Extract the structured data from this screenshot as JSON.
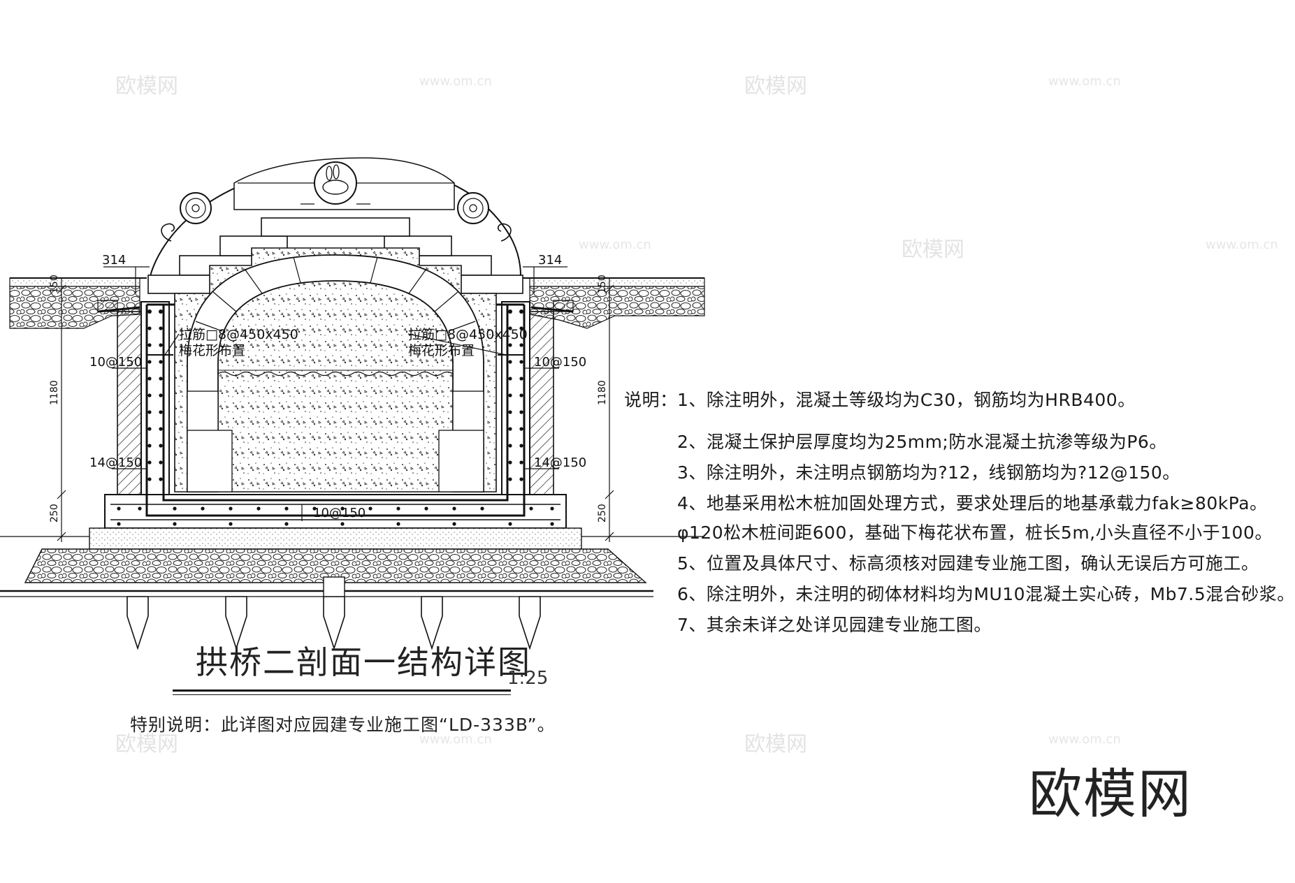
{
  "drawing": {
    "dims": {
      "left_top": "314",
      "right_top": "314",
      "left_150": "150",
      "right_150": "150",
      "left_1180": "1180",
      "right_1180": "1180",
      "left_250": "250",
      "right_250": "250"
    },
    "rebar_labels": {
      "tie_left_1": "拉筋□8@450x450",
      "tie_left_2": "梅花形布置",
      "tie_right_1": "拉筋□8@450x450",
      "tie_right_2": "梅花形布置",
      "left_upper": "10@150",
      "right_upper": "10@150",
      "left_lower": "14@150",
      "right_lower": "14@150",
      "base": "10@150"
    }
  },
  "notes": {
    "heading": "说明：",
    "items": [
      "1、除注明外，混凝土等级均为C30，钢筋均为HRB400。",
      "2、混凝土保护层厚度均为25mm;防水混凝土抗渗等级为P6。",
      "3、除注明外，未注明点钢筋均为?12，线钢筋均为?12@150。",
      "4、地基采用松木桩加固处理方式，要求处理后的地基承载力fak≥80kPa。",
      "   φ120松木桩间距600，基础下梅花状布置，桩长5m,小头直径不小于100。",
      "5、位置及具体尺寸、标高须核对园建专业施工图，确认无误后方可施工。",
      "6、除注明外，未注明的砌体材料均为MU10混凝土实心砖，Mb7.5混合砂浆。",
      "7、其余未详之处详见园建专业施工图。"
    ]
  },
  "title": {
    "main": "拱桥二剖面一结构详图",
    "scale": "1:25",
    "special_note": "特别说明：此详图对应园建专业施工图“LD-333B”。"
  },
  "watermarks": {
    "brand_small": "欧模网",
    "url": "www.om.cn",
    "brand_large": "欧模网"
  }
}
